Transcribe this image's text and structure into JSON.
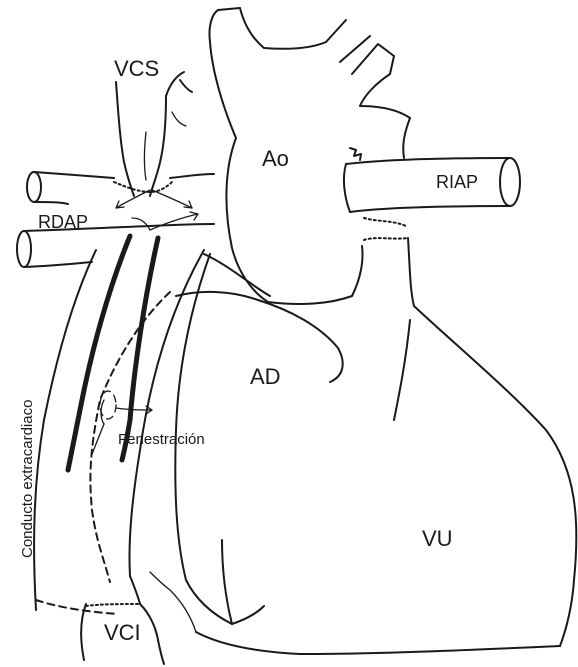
{
  "labels": {
    "vcs": "VCS",
    "ao": "Ao",
    "riap": "RIAP",
    "rdap": "RDAP",
    "ad": "AD",
    "fenestracion": "Fenestración",
    "conducto": "Conducto extracardiaco",
    "vu": "VU",
    "vci": "VCI"
  },
  "colors": {
    "line": "#1a1a1a",
    "background": "#ffffff"
  }
}
